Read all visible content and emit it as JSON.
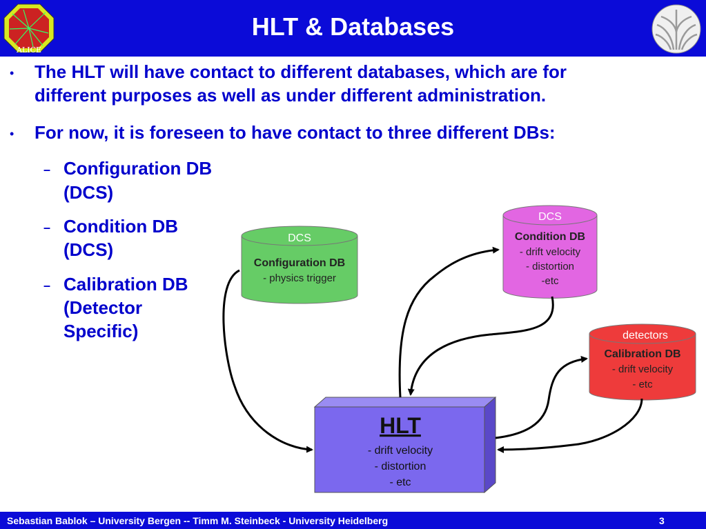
{
  "header": {
    "title": "HLT & Databases",
    "left_logo": "ALICE",
    "right_logo": "university-seal-icon"
  },
  "bullets": [
    {
      "lines": [
        "The HLT will have contact to different databases, which are for",
        "different purposes as well as under different administration."
      ]
    },
    {
      "lines": [
        "For now, it is foreseen to have contact to three different DBs:"
      ]
    }
  ],
  "subbullets": [
    {
      "lines": [
        "Configuration DB",
        "(DCS)"
      ]
    },
    {
      "lines": [
        "Condition DB",
        "(DCS)"
      ]
    },
    {
      "lines": [
        "Calibration DB",
        "(Detector",
        "Specific)"
      ]
    }
  ],
  "diagram": {
    "config_db": {
      "top": "DCS",
      "title": "Configuration DB",
      "items": [
        "- physics trigger"
      ],
      "color": "#66cc66"
    },
    "condition_db": {
      "top": "DCS",
      "title": "Condition DB",
      "items": [
        "- drift velocity",
        "- distortion",
        "-etc"
      ],
      "color": "#e266e2"
    },
    "calibration_db": {
      "top": "detectors",
      "title": "Calibration DB",
      "items": [
        "- drift velocity",
        "- etc"
      ],
      "color": "#ee3b3b"
    },
    "hlt": {
      "title": "HLT",
      "items": [
        "- drift velocity",
        "- distortion",
        "- etc"
      ],
      "color": "#7b68ee"
    }
  },
  "footer": {
    "credits": "Sebastian Bablok – University Bergen  --  Timm M. Steinbeck - University Heidelberg",
    "page": "3"
  }
}
